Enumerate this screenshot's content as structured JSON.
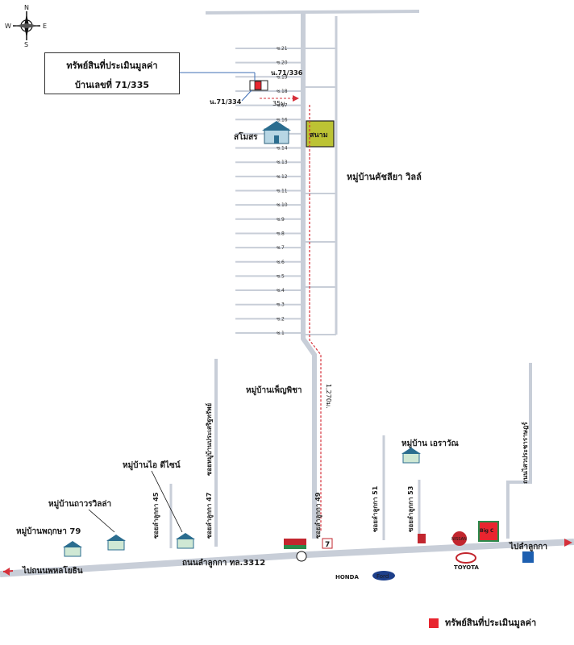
{
  "compass": {
    "n": "N",
    "s": "S",
    "e": "E",
    "w": "W"
  },
  "callout": {
    "title": "ทรัพย์สินที่ประเมินมูลค่า",
    "subtitle": "บ้านเลขที่ 71/335"
  },
  "parcels": {
    "right": "น.71/336",
    "left": "น.71/334"
  },
  "distances": {
    "top": "35ม.",
    "long": "1,270ม."
  },
  "landmarks": {
    "field": "สนาม",
    "clubhouse": "สโมสร",
    "village_main": "หมู่บ้านคัชลียา วิลล์",
    "village_phen": "หมู่บ้านเพ็ญพิชา",
    "village_erawan": "หมู่บ้าน เอราวัณ",
    "village_ideasign": "หมู่บ้านไอ ดีไซน์",
    "village_thaworn": "หมู่บ้านถาวรวิลล่า",
    "village_pruksa": "หมู่บ้านพฤกษา 79"
  },
  "roads": {
    "main": "ถนนลำลูกกา ทล.3312",
    "to_left": "ไปถนนพหลโยธิน",
    "to_right": "ไปลำลูกกา",
    "soi45": "ซอยลำลูกกา 45",
    "soi47": "ซอยลำลูกกา 47",
    "soi47b": "ซอยหมู่บ้านประเสริฐทรัพย์",
    "soi49": "ซอยลำลูกกา 49",
    "soi51": "ซอยลำลูกกา 51",
    "soi53": "ซอยลำลูกกา 53",
    "right_road": "ถนนไสวประชาราษฎร์"
  },
  "sois": [
    "ซ.21",
    "ซ.20",
    "ซ.19",
    "ซ.18",
    "ซ.17",
    "ซ.16",
    "ซ.15",
    "ซ.14",
    "ซ.13",
    "ซ.12",
    "ซ.11",
    "ซ.10",
    "ซ.9",
    "ซ.8",
    "ซ.7",
    "ซ.6",
    "ซ.5",
    "ซ.4",
    "ซ.3",
    "ซ.2",
    "ซ.1"
  ],
  "brands": {
    "honda": "HONDA",
    "ford": "Ford",
    "toyota": "TOYOTA",
    "nissan": "NISSAN",
    "big_c": "Big C",
    "seven": "7"
  },
  "legend": {
    "label": "ทรัพย์สินที่ประเมินมูลค่า"
  },
  "colors": {
    "subject": "#e8252f",
    "route": "#d6303a",
    "field": "#bcc334",
    "road": "#c8ced8"
  }
}
